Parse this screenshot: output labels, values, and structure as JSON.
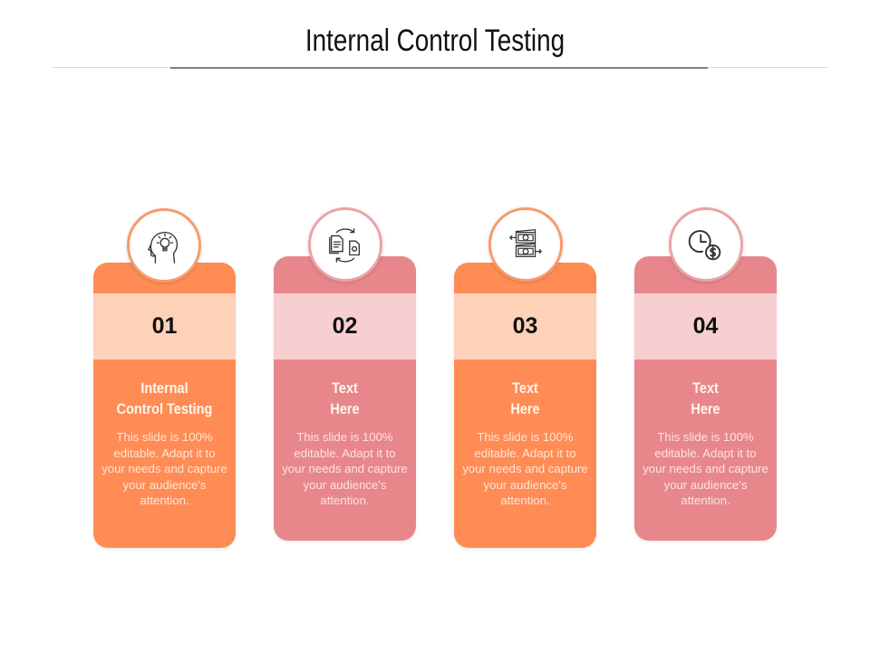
{
  "slide": {
    "title": "Internal Control Testing"
  },
  "colors": {
    "orange": "#ff8c54",
    "orange_light": "#fed1b9",
    "pink": "#e8878b",
    "pink_light": "#f7cfd1"
  },
  "cards": [
    {
      "number": "01",
      "heading_line1": "Internal",
      "heading_line2": "Control Testing",
      "description": "This slide is 100% editable. Adapt it to your needs and capture your audience's attention.",
      "icon": "head-lightbulb-icon",
      "theme": "orange"
    },
    {
      "number": "02",
      "heading_line1": "Text",
      "heading_line2": "Here",
      "description": "This slide is 100% editable. Adapt it to your needs and capture your audience's attention.",
      "icon": "document-exchange-icon",
      "theme": "pink"
    },
    {
      "number": "03",
      "heading_line1": "Text",
      "heading_line2": "Here",
      "description": "This slide is 100% editable. Adapt it to your needs and capture your audience's attention.",
      "icon": "money-transfer-icon",
      "theme": "orange"
    },
    {
      "number": "04",
      "heading_line1": "Text",
      "heading_line2": "Here",
      "description": "This slide is 100% editable. Adapt it to your needs and capture your audience's attention.",
      "icon": "clock-dollar-icon",
      "theme": "pink"
    }
  ]
}
